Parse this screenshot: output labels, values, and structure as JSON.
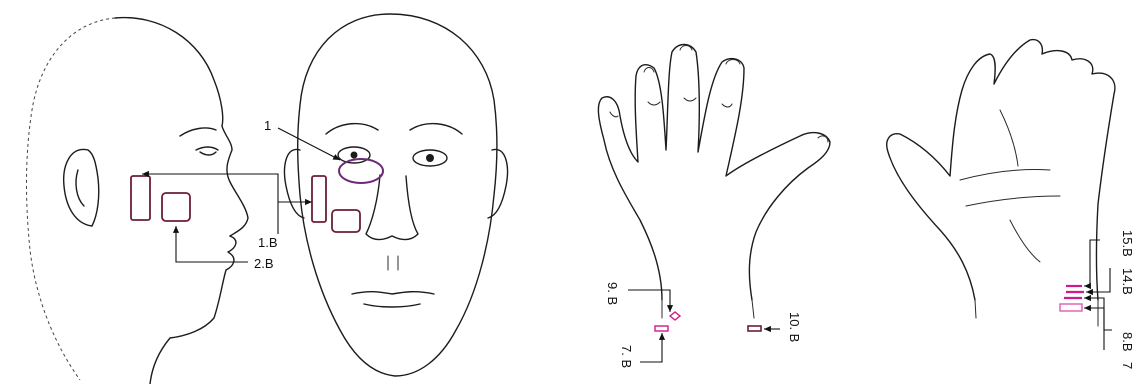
{
  "labels": {
    "l1": "1",
    "l1b": "1.B",
    "l2b": "2.B",
    "l9b": "9. B",
    "l7b": "7. B",
    "l10b": "10. B",
    "l15b": "15.B",
    "l14b": "14.B",
    "l8b": "8.B",
    "l7": "7"
  },
  "colors": {
    "lesion_dark": "#6b1f35",
    "lesion_purple": "#6a2a78",
    "lesion_magenta": "#d01a8a",
    "lesion_pink": "#e25ab0",
    "ink": "#1c1c1c"
  }
}
